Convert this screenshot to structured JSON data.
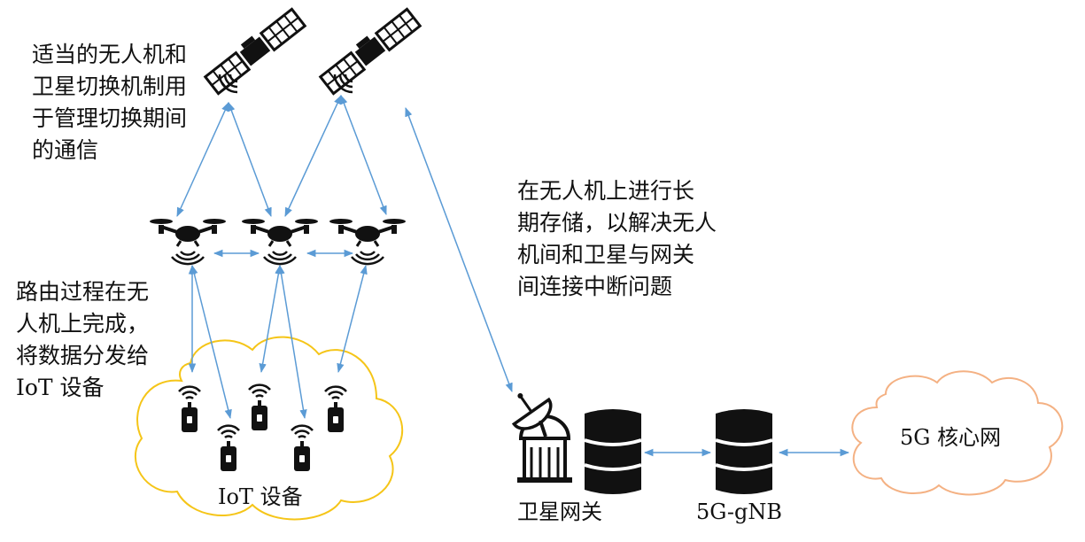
{
  "notes": {
    "handover": [
      "适当的无人机和",
      "卫星切换机制用",
      "于管理切换期间",
      "的通信"
    ],
    "routing": [
      "路由过程在无",
      "人机上完成，",
      "将数据分发给",
      "IoT 设备"
    ],
    "storage": [
      "在无人机上进行长",
      "期存储，以解决无人",
      "机间和卫星与网关",
      "间连接中断问题"
    ]
  },
  "labels": {
    "iot_cloud": "IoT 设备",
    "gateway": "卫星网关",
    "gnb": "5G-gNB",
    "core": "5G 核心网"
  },
  "colors": {
    "link": "#5b9bd5",
    "iot_cloud": "#f5c518",
    "core_cloud": "#f4b183",
    "icon": "#111111"
  },
  "icons": [
    "satellite-icon",
    "drone-icon",
    "iot-sensor-icon",
    "satellite-dish-icon",
    "database-icon"
  ]
}
